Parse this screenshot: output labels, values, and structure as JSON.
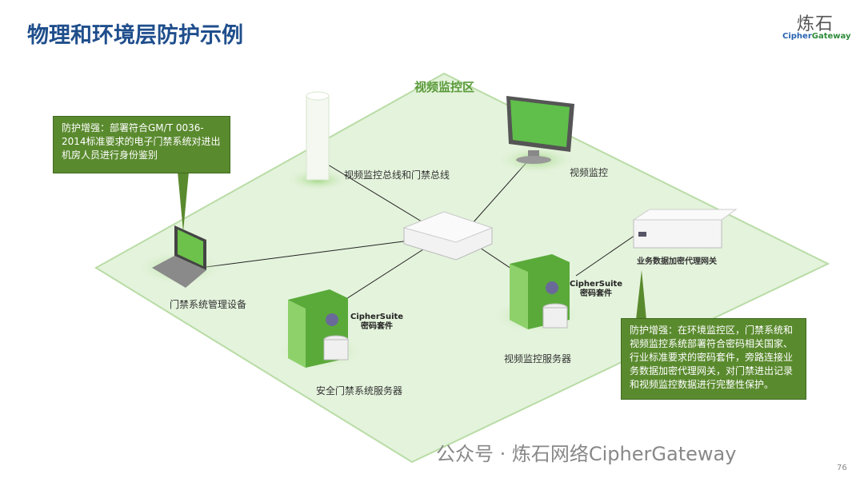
{
  "title": "物理和环境层防护示例",
  "logo": {
    "cn": "炼石",
    "en_a": "Cipher",
    "en_b": "Gateway"
  },
  "zone_label": "视频监控区",
  "labels": {
    "bus": "视频监控总线和门禁总线",
    "monitor": "视频监控",
    "laptop": "门禁系统管理设备",
    "gateway": "业务数据加密代理网关",
    "video_server": "视频监控服务器",
    "access_server": "安全门禁系统服务器"
  },
  "suite": {
    "name": "CipherSuite",
    "cn": "密码套件"
  },
  "callouts": {
    "left": "防护增强：部署符合GM/T 0036-2014标准要求的电子门禁系统对进出机房人员进行身份鉴别",
    "right": "防护增强：在环境监控区，门禁系统和视频监控系统部署符合密码相关国家、行业标准要求的密码套件，旁路连接业务数据加密代理网关，对门禁进出记录和视频监控数据进行完整性保护。"
  },
  "watermark": "公众号 · 炼石网络CipherGateway",
  "page_number": "76",
  "colors": {
    "title": "#1f4e8c",
    "plane": "#e4f3dc",
    "callout": "#5a8a2e"
  }
}
